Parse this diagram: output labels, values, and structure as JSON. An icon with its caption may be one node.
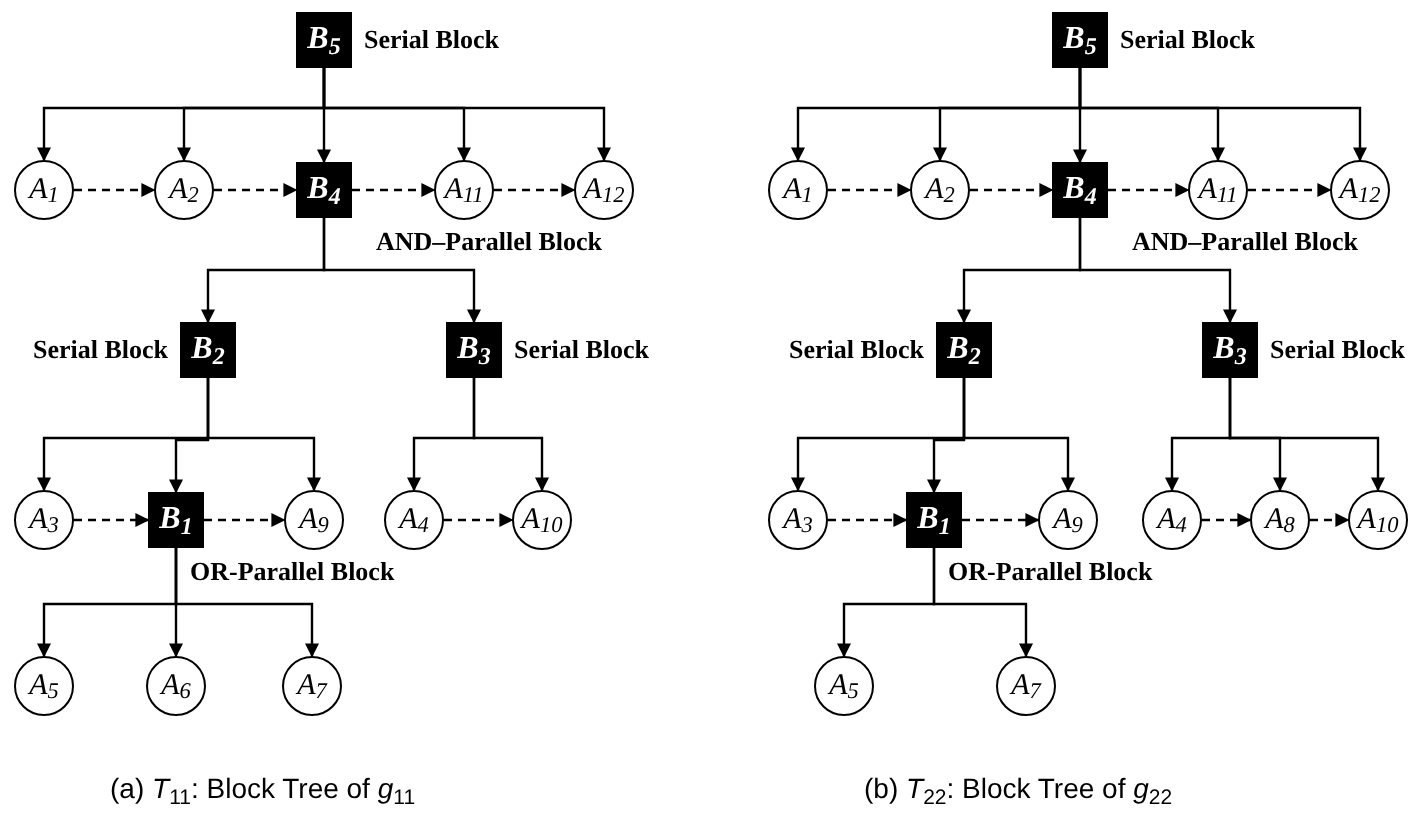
{
  "diagram": {
    "nodes": [
      {
        "text": [
          "B$_{5}$"
        ],
        "beside": [
          "Serial Block"
        ]
      },
      {
        "text": [
          "A$_{1}$"
        ]
      },
      {
        "text": [
          "A$_{2}$"
        ]
      },
      {
        "text": [
          "B$_{4}$"
        ]
      },
      {
        "text": [
          "A$_{11}$"
        ]
      },
      {
        "text": [
          "A$_{12}$"
        ]
      },
      {
        "text": [
          "B$_{2}$"
        ],
        "beside": [
          "Serial Block"
        ]
      },
      {
        "text": [
          "B$_{3}$"
        ],
        "beside": [
          "Serial Block"
        ]
      },
      {
        "text": [
          "A$_{3}$"
        ]
      },
      {
        "text": [
          "B$_{1}$"
        ],
        "beside": [
          "OR-Parallel Block"
        ]
      },
      {
        "text": [
          "A$_{9}$"
        ]
      },
      {
        "text": [
          "A$_{4}$"
        ]
      },
      {
        "text": [
          "A$_{10}$"
        ]
      },
      {
        "text": [
          "A$_{5}$"
        ]
      },
      {
        "text": [
          "A$_{6}$"
        ]
      },
      {
        "text": [
          "A$_{7}$"
        ]
      },
      {
        "text": [
          "B$_{5}$"
        ],
        "beside": [
          "Serial Block"
        ]
      },
      {
        "text": [
          "A$_{1}$"
        ]
      },
      {
        "text": [
          "A$_{2}$"
        ]
      },
      {
        "text": [
          "B$_{4}$"
        ]
      },
      {
        "text": [
          "A$_{11}$"
        ]
      },
      {
        "text": [
          "A$_{12}$"
        ]
      },
      {
        "text": [
          "B$_{2}$"
        ],
        "beside": [
          "Serial Block"
        ]
      },
      {
        "text": [
          "B$_{3}$"
        ],
        "beside": [
          "Serial Block"
        ]
      },
      {
        "text": [
          "A$_{3}$"
        ]
      },
      {
        "text": [
          "B$_{1}$"
        ],
        "beside": [
          "OR-Parallel Block"
        ]
      },
      {
        "text": [
          "A$_{9}$"
        ]
      },
      {
        "text": [
          "A$_{4}$"
        ]
      },
      {
        "text": [
          "A$_{8}$"
        ]
      },
      {
        "text": [
          "A$_{10}$"
        ]
      },
      {
        "text": [
          "A$_{5}$"
        ]
      },
      {
        "text": [
          "A$_{7}$"
        ]
      }
    ],
    "edges": [
      {
        "from": 0,
        "to": 1,
        "arrow": "to"
      },
      {
        "from": 0,
        "to": 2,
        "arrow": "to"
      },
      {
        "from": 0,
        "to": 3,
        "arrow": "to"
      },
      {
        "from": 0,
        "to": 4,
        "arrow": "to"
      },
      {
        "from": 0,
        "to": 5,
        "arrow": "to"
      },
      {
        "from": 1,
        "to": 2,
        "arrow": "to",
        "style": "dashed"
      },
      {
        "from": 2,
        "to": 3,
        "arrow": "to",
        "style": "dashed"
      },
      {
        "from": 3,
        "to": 4,
        "arrow": "to",
        "style": "dashed"
      },
      {
        "from": 4,
        "to": 5,
        "arrow": "to",
        "style": "dashed"
      },
      {
        "from": 3,
        "to": 6,
        "arrow": "to"
      },
      {
        "from": 3,
        "to": 7,
        "arrow": "to"
      },
      {
        "from": 6,
        "to": 8,
        "arrow": "to"
      },
      {
        "from": 6,
        "to": 9,
        "arrow": "to"
      },
      {
        "from": 6,
        "to": 10,
        "arrow": "to"
      },
      {
        "from": 8,
        "to": 9,
        "arrow": "to",
        "style": "dashed"
      },
      {
        "from": 9,
        "to": 10,
        "arrow": "to",
        "style": "dashed"
      },
      {
        "from": 7,
        "to": 11,
        "arrow": "to"
      },
      {
        "from": 7,
        "to": 12,
        "arrow": "to"
      },
      {
        "from": 11,
        "to": 12,
        "arrow": "to",
        "style": "dashed"
      },
      {
        "from": 9,
        "to": 13,
        "arrow": "to"
      },
      {
        "from": 9,
        "to": 14,
        "arrow": "to"
      },
      {
        "from": 9,
        "to": 15,
        "arrow": "to"
      },
      {
        "from": 16,
        "to": 17,
        "arrow": "to"
      },
      {
        "from": 16,
        "to": 18,
        "arrow": "to"
      },
      {
        "from": 16,
        "to": 19,
        "arrow": "to"
      },
      {
        "from": 16,
        "to": 20,
        "arrow": "to"
      },
      {
        "from": 16,
        "to": 21,
        "arrow": "to"
      },
      {
        "from": 17,
        "to": 18,
        "arrow": "to",
        "style": "dashed"
      },
      {
        "from": 18,
        "to": 19,
        "arrow": "to",
        "style": "dashed"
      },
      {
        "from": 19,
        "to": 20,
        "arrow": "to",
        "style": "dashed"
      },
      {
        "from": 20,
        "to": 21,
        "arrow": "to",
        "style": "dashed"
      },
      {
        "from": 19,
        "to": 22,
        "arrow": "to"
      },
      {
        "from": 19,
        "to": 23,
        "arrow": "to"
      },
      {
        "from": 22,
        "to": 24,
        "arrow": "to"
      },
      {
        "from": 22,
        "to": 25,
        "arrow": "to"
      },
      {
        "from": 22,
        "to": 26,
        "arrow": "to"
      },
      {
        "from": 24,
        "to": 25,
        "arrow": "to",
        "style": "dashed"
      },
      {
        "from": 25,
        "to": 26,
        "arrow": "to",
        "style": "dashed"
      },
      {
        "from": 23,
        "to": 27,
        "arrow": "to"
      },
      {
        "from": 23,
        "to": 28,
        "arrow": "to"
      },
      {
        "from": 23,
        "to": 29,
        "arrow": "to"
      },
      {
        "from": 27,
        "to": 28,
        "arrow": "to",
        "style": "dashed"
      },
      {
        "from": 28,
        "to": 29,
        "arrow": "to",
        "style": "dashed"
      },
      {
        "from": 25,
        "to": 30,
        "arrow": "to"
      },
      {
        "from": 25,
        "to": 31,
        "arrow": "to"
      }
    ],
    "labels": [
      "AND–Parallel Block",
      "AND–Parallel Block",
      "(a) *T*$_{11}$: Block Tree of *g*$_{11}$",
      "(b) *T*$_{22}$: Block Tree of *g*$_{22}$"
    ]
  }
}
